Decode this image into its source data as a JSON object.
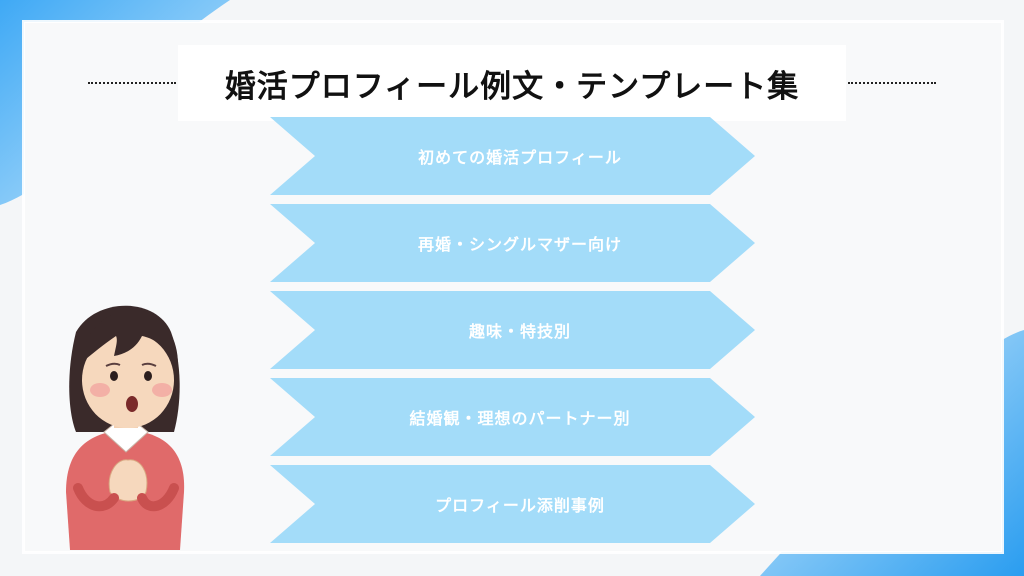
{
  "title": "婚活プロフィール例文・テンプレート集",
  "menu_items": [
    {
      "label": "初めての婚活プロフィール"
    },
    {
      "label": "再婚・シングルマザー向け"
    },
    {
      "label": "趣味・特技別"
    },
    {
      "label": "結婚観・理想のパートナー別"
    },
    {
      "label": "プロフィール添削事例"
    }
  ],
  "colors": {
    "arrow_fill": "#a3dcf9",
    "accent_blue": "#4db3f2",
    "background": "#f4f6f8"
  }
}
